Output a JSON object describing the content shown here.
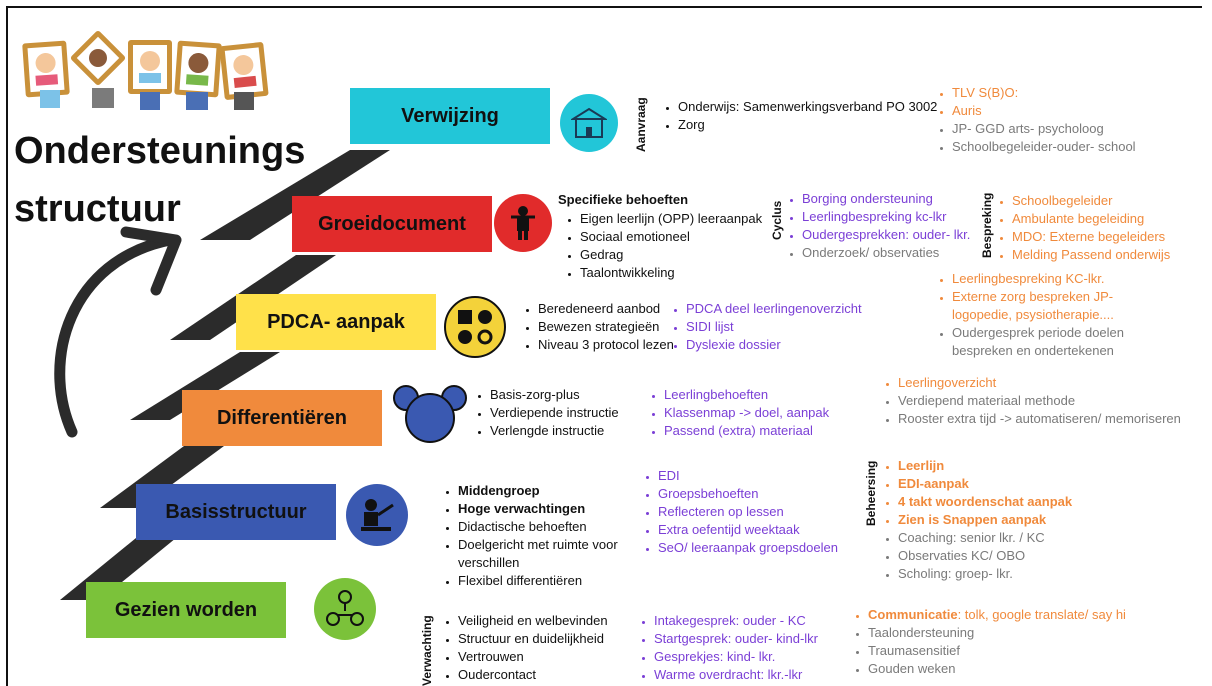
{
  "title_line1": "Ondersteunings",
  "title_line2": "structuur",
  "steps": {
    "verwijzing": "Verwijzing",
    "groeidocument": "Groeidocument",
    "pdca": "PDCA- aanpak",
    "differentieren": "Differentiëren",
    "basisstructuur": "Basisstructuur",
    "gezien": "Gezien worden"
  },
  "labels": {
    "aanvraag": "Aanvraag",
    "cyclus": "Cyclus",
    "bespreking": "Bespreking",
    "beheersing": "Beheersing",
    "verwachting": "Verwachting"
  },
  "verwijzing": {
    "dark": [
      "Onderwijs: Samenwerkingsverband PO 3002",
      "Zorg"
    ],
    "orange": [
      "TLV S(B)O:",
      "Auris"
    ],
    "gray": [
      "JP- GGD arts- psycholoog",
      "Schoolbegeleider-ouder- school"
    ]
  },
  "groei": {
    "heading": "Specifieke behoeften",
    "dark": [
      "Eigen leerlijn (OPP) leeraanpak",
      "Sociaal emotioneel",
      "Gedrag",
      "Taalontwikkeling"
    ],
    "purple": [
      "Borging ondersteuning",
      "Leerlingbespreking kc-lkr",
      "Oudergesprekken: ouder- lkr."
    ],
    "gray": [
      "Onderzoek/ observaties"
    ],
    "orange_bespreking": [
      "Schoolbegeleider",
      "Ambulante begeleiding",
      "MDO: Externe begeleiders",
      "Melding Passend onderwijs"
    ]
  },
  "pdca": {
    "dark": [
      "Beredeneerd aanbod",
      "Bewezen strategieën",
      "Niveau 3 protocol lezen"
    ],
    "purple": [
      "PDCA deel  leerlingenoverzicht",
      "SIDI lijst",
      "Dyslexie dossier"
    ],
    "orange": [
      "Leerlingbespreking KC-lkr.",
      "Externe zorg bespreken  JP- logopedie, psysiotherapie...."
    ],
    "gray": [
      "Oudergesprek periode doelen bespreken en ondertekenen"
    ]
  },
  "diff": {
    "dark": [
      "Basis-zorg-plus",
      "Verdiepende instructie",
      "Verlengde instructie"
    ],
    "purple": [
      "Leerlingbehoeften",
      "Klassenmap -> doel, aanpak",
      "Passend (extra) materiaal"
    ],
    "orange": [
      "Leerlingoverzicht"
    ],
    "gray": [
      "Verdiepend materiaal methode",
      "Rooster extra tijd -> automatiseren/ memoriseren"
    ]
  },
  "basis": {
    "dark_bold": [
      "Middengroep",
      "Hoge verwachtingen"
    ],
    "dark": [
      "Didactische behoeften",
      "Doelgericht met ruimte voor verschillen",
      "Flexibel differentiëren"
    ],
    "purple": [
      "EDI",
      "Groepsbehoeften",
      "Reflecteren op lessen",
      "Extra oefentijd weektaak",
      "SeO/ leeraanpak groepsdoelen"
    ],
    "orange_bold": [
      "Leerlijn",
      "EDI-aanpak",
      "4 takt woordenschat aanpak",
      "Zien is Snappen aanpak"
    ],
    "gray": [
      "Coaching: senior lkr. / KC",
      "Observaties KC/ OBO",
      "Scholing: groep- lkr."
    ]
  },
  "gezien": {
    "dark": [
      "Veiligheid en welbevinden",
      "Structuur en duidelijkheid",
      "Vertrouwen",
      "Oudercontact"
    ],
    "purple": [
      "Intakegesprek: ouder - KC",
      "Startgesprek: ouder- kind-lkr",
      "Gesprekjes: kind- lkr.",
      "Warme overdracht: lkr.-lkr"
    ],
    "communicatie_bold": "Communicatie",
    "communicatie_rest": ": tolk, google translate/ say hi",
    "gray": [
      "Taalondersteuning",
      "Traumasensitief",
      "Gouden weken"
    ]
  },
  "colors": {
    "cyan": "#22c6d8",
    "red": "#e12b2b",
    "yellow": "#ffe14a",
    "orange": "#f08a3c",
    "blue": "#3a59b1",
    "green": "#7bc23a",
    "purple": "#7b3fd6",
    "gray": "#7a7a7a"
  }
}
